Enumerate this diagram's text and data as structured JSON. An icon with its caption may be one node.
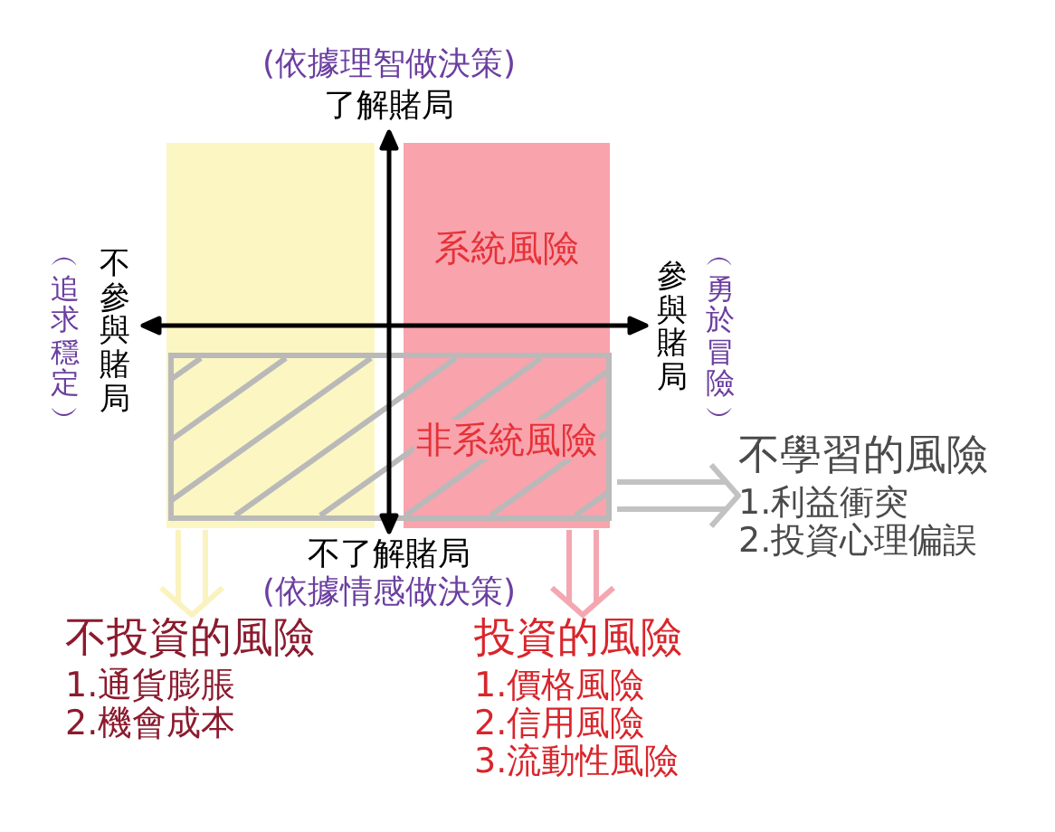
{
  "diagram": {
    "nodes": [
      {
        "text": [],
        "shape": "box"
      },
      {
        "text": [
          "系統風險"
        ]
      },
      {
        "text": [
          "非系統風險"
        ]
      },
      {
        "text": [
          "不學習的風險",
          "1.利益衝突",
          "2.投資心理偏誤"
        ]
      },
      {
        "text": [
          "不投資的風險",
          "1.通貨膨脹",
          "2.機會成本"
        ]
      },
      {
        "text": [
          "投資的風險",
          "1.價格風險",
          "2.信用風險",
          "3.流動性風險"
        ]
      }
    ],
    "edges": [
      {
        "from": 0,
        "to": 4,
        "arrow": "to",
        "color": "#fbf3bf"
      },
      {
        "from": 1,
        "to": 5,
        "arrow": "to",
        "color": "#f4a7b1"
      },
      {
        "from": 2,
        "to": 3,
        "arrow": "to",
        "color": "#c2c2c2"
      }
    ],
    "labels": [
      "(依據理智做決策)",
      "了解賭局",
      "︵追求穩定︶",
      "不參與賭局",
      "參與賭局",
      "︵勇於冒險︶",
      "不了解賭局",
      "(依據情感做決策)"
    ]
  }
}
